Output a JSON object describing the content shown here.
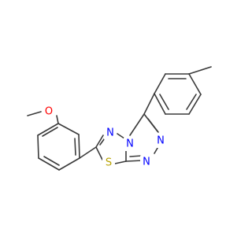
{
  "colors": {
    "bond": "#3a3a3a",
    "background": "#ffffff"
  },
  "atoms": {
    "oxygen": {
      "label": "O",
      "color": "#ff0000"
    },
    "sulfur": {
      "label": "S",
      "color": "#b8a200"
    },
    "nitrogen_n1": {
      "label": "N",
      "color": "#0000ff"
    },
    "nitrogen_n4": {
      "label": "N",
      "color": "#0000ff"
    },
    "nitrogen_n6": {
      "label": "N",
      "color": "#0000ff"
    },
    "nitrogen_n7": {
      "label": "N",
      "color": "#0000ff"
    }
  }
}
